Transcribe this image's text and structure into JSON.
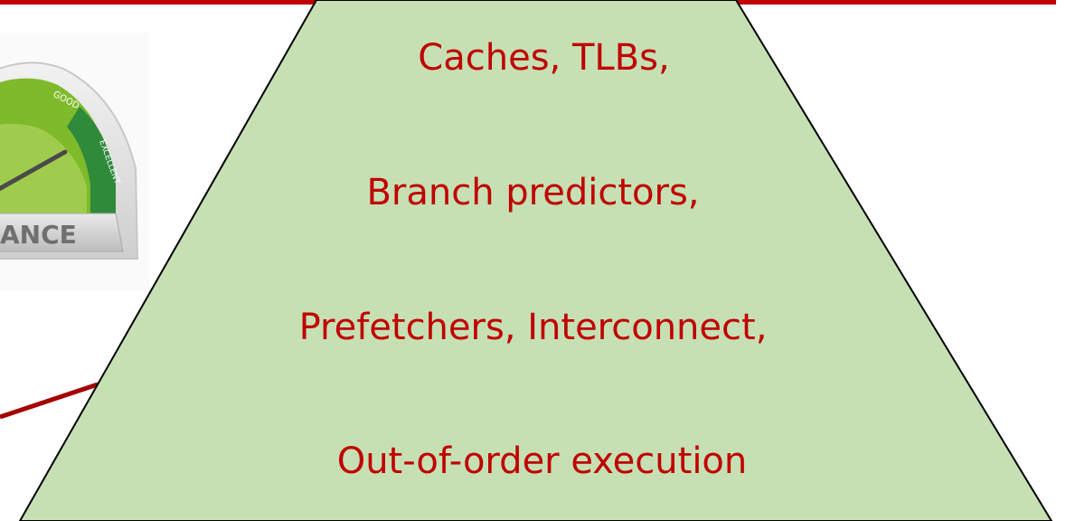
{
  "pyramid": {
    "lines": [
      "Caches, TLBs,",
      "Branch predictors,",
      "Prefetchers, Interconnect,",
      "Out-of-order execution"
    ],
    "fill_color": "#c6e0b4",
    "text_color": "#c00000"
  },
  "gauge": {
    "labels": {
      "good": "GOOD",
      "excellent": "EXCELLENT",
      "partial_word": "ANCE"
    },
    "level": "high"
  },
  "colors": {
    "accent": "#c00000",
    "connector": "#a50000"
  }
}
